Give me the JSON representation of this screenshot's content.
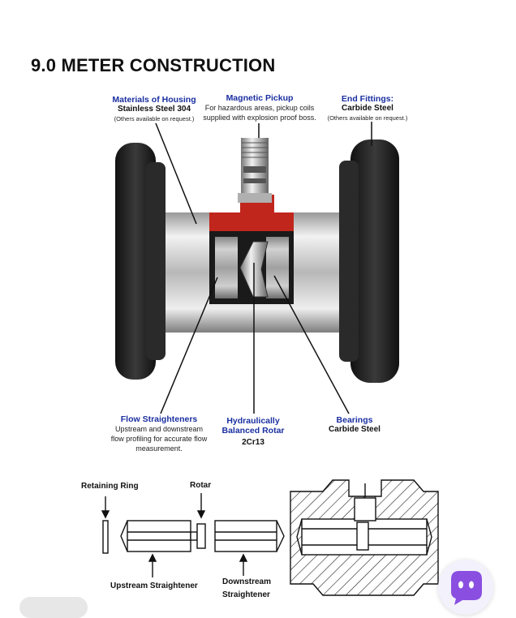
{
  "section_title": "9.0 METER CONSTRUCTION",
  "callouts": {
    "housing": {
      "title": "Materials of Housing",
      "subtitle": "Stainless Steel 304",
      "note": "(Others available on request.)"
    },
    "pickup": {
      "title": "Magnetic Pickup",
      "line1": "For hazardous areas, pickup coils",
      "line2": "supplied with explosion proof boss."
    },
    "fittings": {
      "title": "End Fittings:",
      "subtitle": "Carbide Steel",
      "note": "(Others available on request.)"
    },
    "straighteners": {
      "title": "Flow Straighteners",
      "line1": "Upstream and downstream",
      "line2": "flow profiling for accurate flow",
      "line3": "measurement."
    },
    "rotar": {
      "title1": "Hydraulically",
      "title2": "Balanced Rotar",
      "subtitle": "2Cr13"
    },
    "bearings": {
      "title": "Bearings",
      "subtitle": "Carbide Steel"
    }
  },
  "diagram": {
    "retaining_ring": "Retaining Ring",
    "rotar": "Rotar",
    "upstream": "Upstream Straightener",
    "downstream1": "Downstream",
    "downstream2": "Straightener"
  },
  "colors": {
    "title_blue": "#1a2fa0",
    "housing_red": "#c0261c",
    "flange": "#222222",
    "steel": "#c8c8c8"
  },
  "icons": [
    "assistant-icon"
  ]
}
